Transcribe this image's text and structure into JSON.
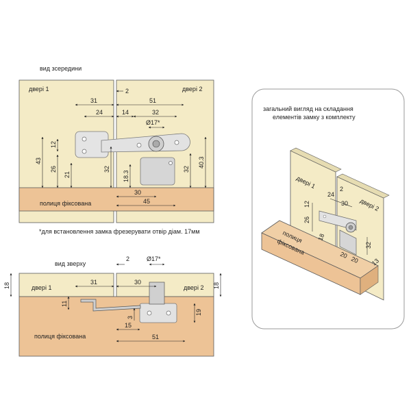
{
  "colors": {
    "door": "#f4ebc6",
    "shelf": "#edc396",
    "outline": "#5a5a5a",
    "metal": "#dcdcdc",
    "metal_dark": "#9a9a9a",
    "panel_border": "#9a9a9a"
  },
  "inside_view": {
    "title": "вид зсередини",
    "door1": "двері 1",
    "door2": "двері 2",
    "shelf": "полиця фіксована",
    "dims": {
      "d31": "31",
      "d24": "24",
      "d2": "2",
      "d51": "51",
      "d14": "14",
      "d32_top": "32",
      "d17": "Ø17*",
      "d12": "12",
      "d43": "43",
      "d26": "26",
      "d21": "21",
      "d32_left": "32",
      "d18_3": "18.3",
      "d30": "30",
      "d45": "45",
      "d32_right": "32",
      "d40_3": "40.3"
    },
    "note": "*для встановлення замка фрезерувати отвір діам. 17мм"
  },
  "top_view": {
    "title": "вид зверху",
    "door1": "двері 1",
    "door2": "двері 2",
    "shelf": "полиця фіксована",
    "dims": {
      "d2": "2",
      "d17": "Ø17*",
      "d18_left": "18",
      "d18_right": "18",
      "d31": "31",
      "d30": "30",
      "d11": "11",
      "d3": "3",
      "d19": "19",
      "d15": "15",
      "d51": "51"
    }
  },
  "general_view": {
    "caption_line1": "загальний вигляд на складання",
    "caption_line2": "елементів замку з комплекту",
    "door1": "двері 1",
    "door2": "двері 2",
    "shelf_line1": "полиця",
    "shelf_line2": "фіксована",
    "dims": {
      "d2": "2",
      "d24": "24",
      "d30": "30",
      "d12": "12",
      "d26": "26",
      "d18": "18",
      "d20a": "20",
      "d20b": "20",
      "d13": "13",
      "d32": "32"
    }
  }
}
